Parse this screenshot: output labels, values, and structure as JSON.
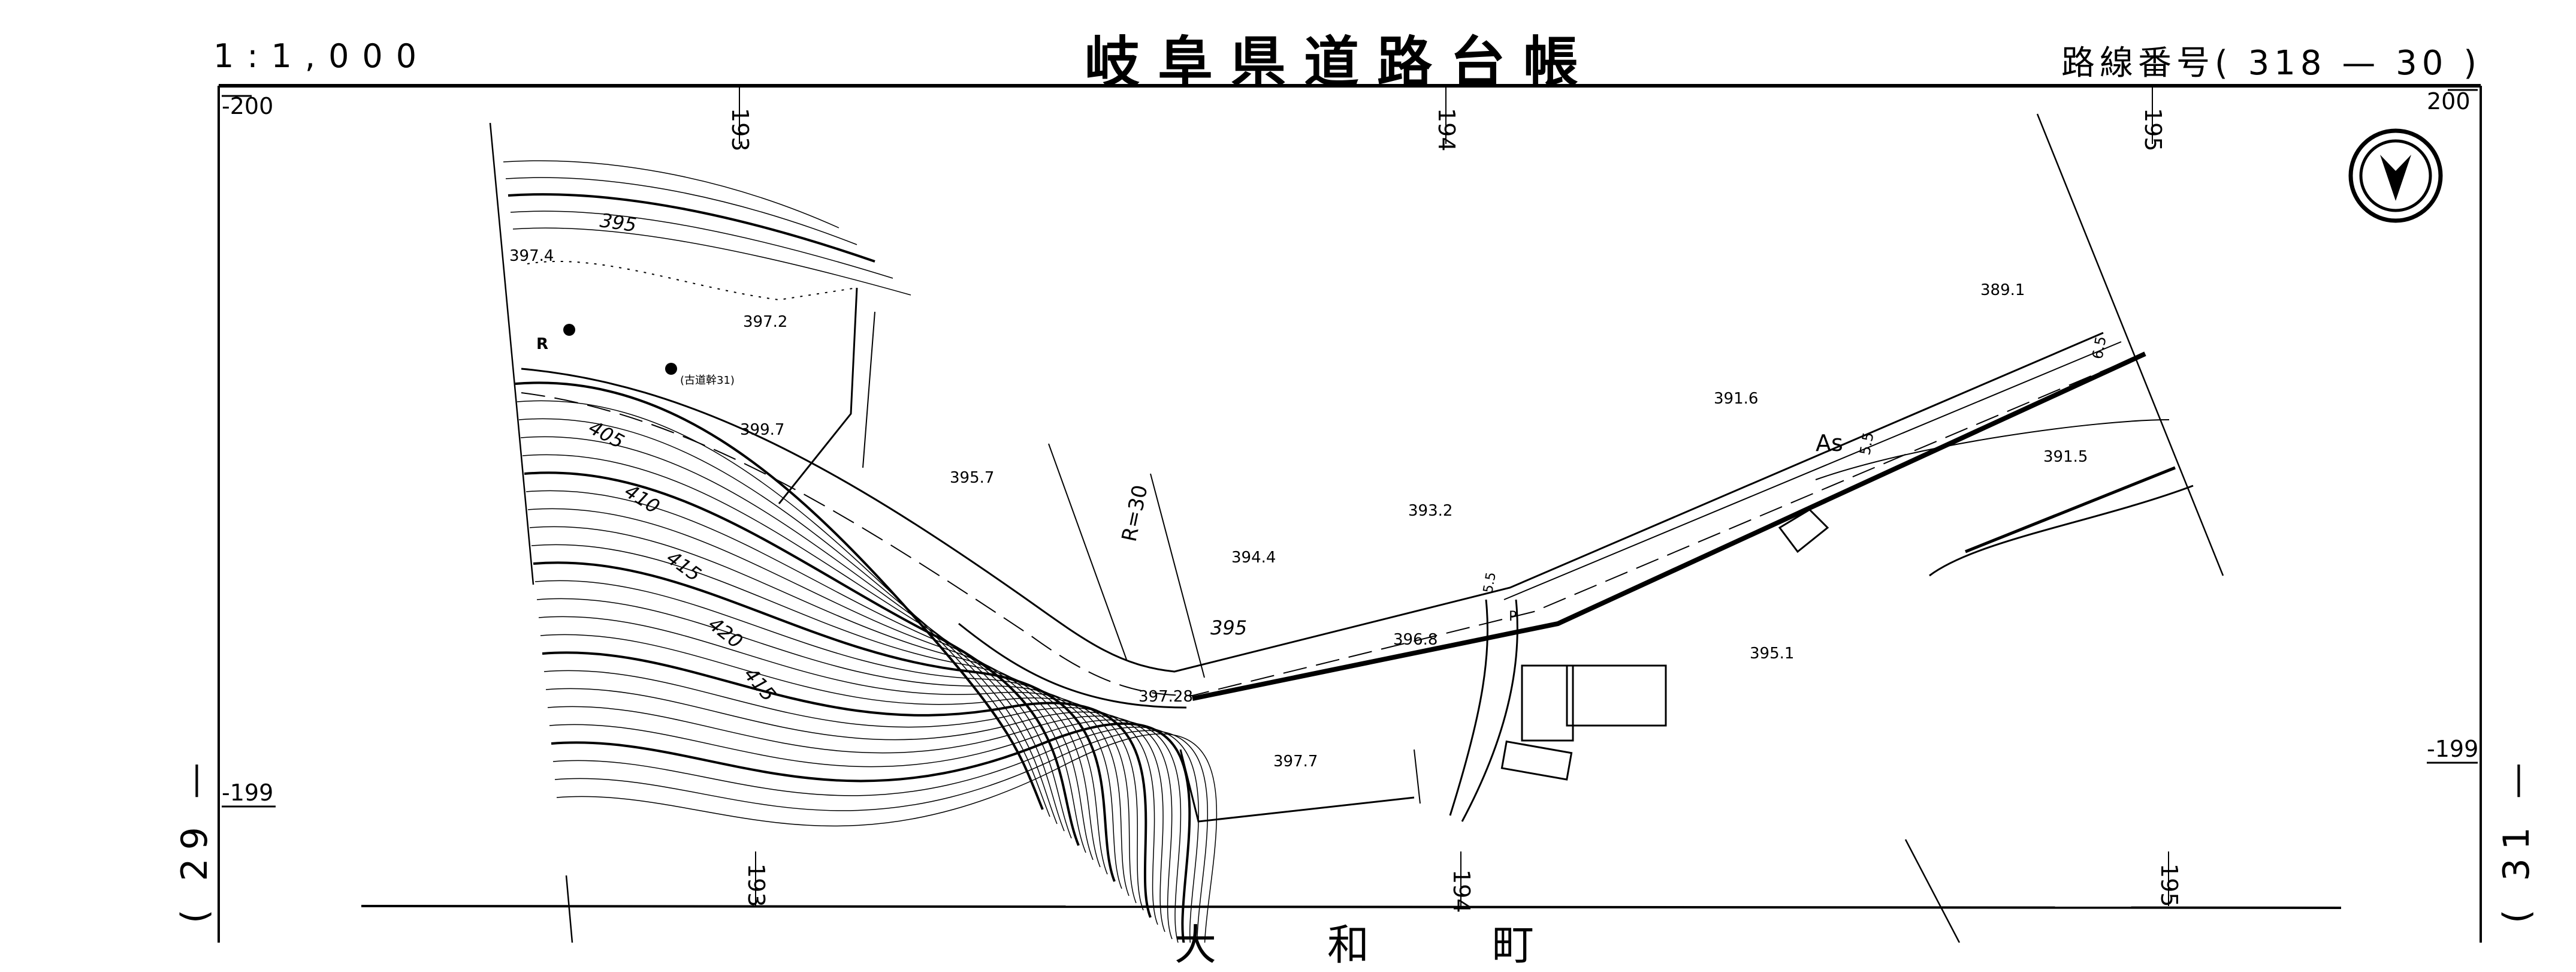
{
  "header": {
    "scale": "1:1,000",
    "title": "岐阜県道路台帳",
    "route_label": "路線番号",
    "route_number": "( 318 — 30 )"
  },
  "sheet_refs": {
    "left": "( 29 —",
    "right": "( 31 —"
  },
  "place_name": [
    "大",
    "和",
    "町"
  ],
  "grid": {
    "top_left": "-200",
    "top_right": "200",
    "left_mid": "-199",
    "right_mid": "-199",
    "top_ticks": [
      "193",
      "194",
      "195"
    ],
    "bottom_ticks": [
      "193",
      "194",
      "195"
    ]
  },
  "north_arrow": "north-arrow-icon",
  "spot_elevations": [
    "397.4",
    "397.2",
    "399.7",
    "395.7",
    "394.4",
    "393.2",
    "396.8",
    "397.28",
    "397.7",
    "395.1",
    "391.6",
    "389.1",
    "391.5"
  ],
  "contour_labels": [
    "395",
    "405",
    "410",
    "415",
    "420",
    "415",
    "395"
  ],
  "annotations": {
    "road_name": "(古道幹31)",
    "r_mark": "R",
    "surface": "As",
    "width_1": "5.5",
    "width_2": "6.5",
    "width_3": "5.5",
    "curve_radius": "R=30",
    "point": "P"
  }
}
